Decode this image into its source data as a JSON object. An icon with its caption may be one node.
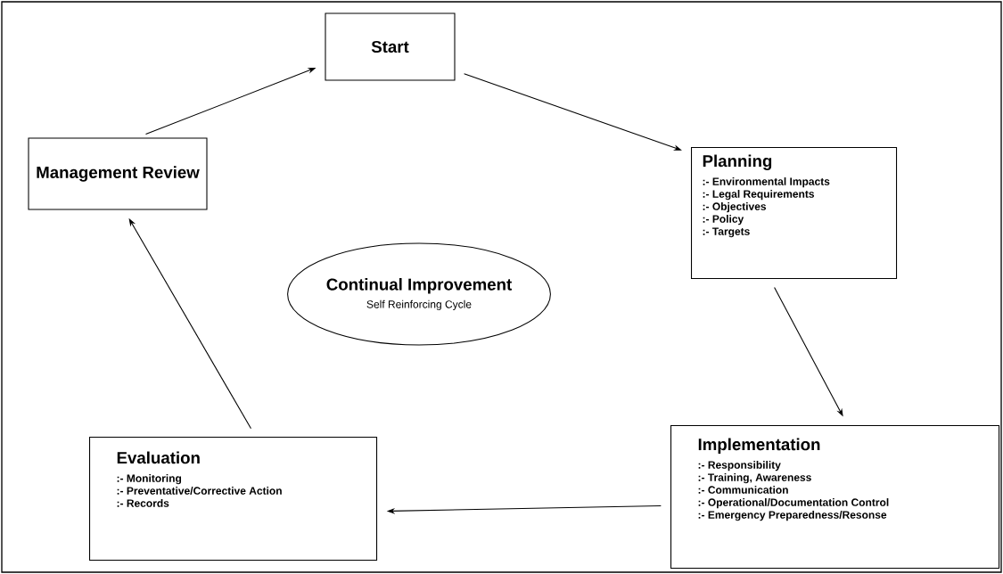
{
  "diagram": {
    "nodes": [
      {
        "text": [
          "Start"
        ]
      },
      {
        "text": [
          "Management Review"
        ]
      },
      {
        "text": [
          "Planning",
          ":- Environmental Impacts",
          ":- Legal Requirements",
          ":- Objectives",
          ":- Policy",
          ":- Targets"
        ]
      },
      {
        "text": [
          "Continual Improvement",
          "Self Reinforcing Cycle"
        ]
      },
      {
        "text": [
          "Implementation",
          ":- Responsibility",
          ":- Training, Awareness",
          ":- Communication",
          ":- Operational/Documentation Control",
          ":- Emergency Preparedness/Resonse"
        ]
      },
      {
        "text": [
          "Evaluation",
          ":- Monitoring",
          ":- Preventative/Corrective Action",
          ":- Records"
        ]
      }
    ],
    "edges": [
      {
        "from": 1,
        "to": 0,
        "arrow": "to"
      },
      {
        "from": 0,
        "to": 2,
        "arrow": "to"
      },
      {
        "from": 2,
        "to": 4,
        "arrow": "to"
      },
      {
        "from": 4,
        "to": 5,
        "arrow": "to"
      },
      {
        "from": 5,
        "to": 1,
        "arrow": "to"
      }
    ]
  }
}
